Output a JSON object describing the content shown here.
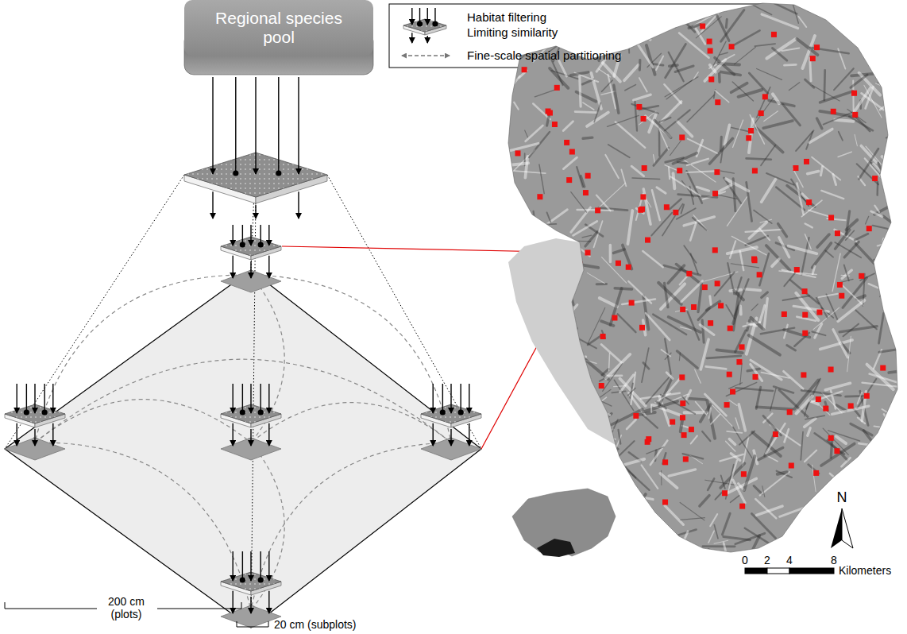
{
  "diagram": {
    "nodes": [
      {
        "text": [
          "Regional species pool"
        ]
      }
    ],
    "labels": [
      "200 cm (plots)",
      "20 cm (subplots)",
      "N",
      "0",
      "2",
      "4",
      "8",
      "Kilometers"
    ],
    "legend": [
      {
        "text": "Habitat filtering"
      },
      {
        "text": "Limiting similarity"
      },
      {
        "text": "Fine-scale spatial partitioning"
      }
    ]
  }
}
